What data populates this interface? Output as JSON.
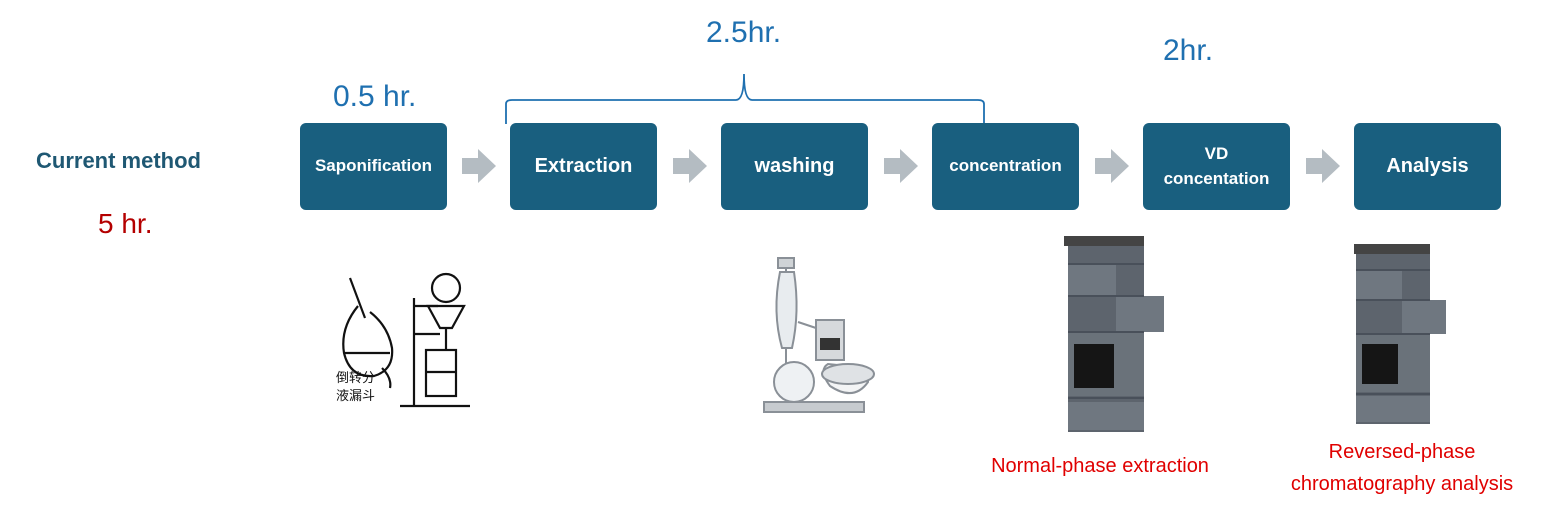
{
  "method": {
    "label": "Current method",
    "total_time": "5 hr."
  },
  "times": {
    "saponification": "0.5 hr.",
    "bracket": "2.5hr.",
    "vd": "2hr."
  },
  "steps": [
    {
      "label": "Saponification"
    },
    {
      "label": "Extraction"
    },
    {
      "label": "washing"
    },
    {
      "label": "concentration"
    },
    {
      "label": "VD\nconcentation"
    },
    {
      "label": "Analysis"
    }
  ],
  "figures": {
    "funnel_chars": "倒转分\n液漏斗",
    "hplc1_caption": "Normal-phase extraction",
    "hplc2_caption": "Reversed-phase\nchromatography analysis"
  },
  "colors": {
    "step_fill": "#195f7f",
    "arrow": "#b4bcc2",
    "time": "#1f70b0",
    "caption": "#e00000",
    "total_time": "#b40000"
  }
}
